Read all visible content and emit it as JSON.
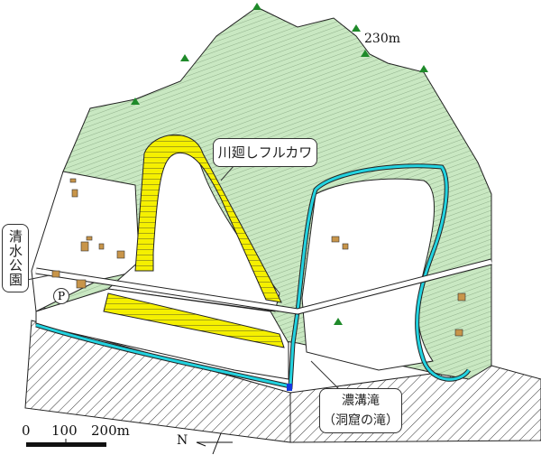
{
  "labels": {
    "elevation": "230m",
    "furukawa": "川廻しフルカワ",
    "shimizu_park": "清水公園",
    "nomizo_falls_line1": "濃溝滝",
    "nomizo_falls_line2": "（洞窟の滝）",
    "parking": "P"
  },
  "scale_bar": {
    "tick0": "0",
    "tick1": "100",
    "tick2": "200m"
  },
  "north_arrow": {
    "label": "N"
  },
  "colors": {
    "mountain": "#c9e8c2",
    "river": "#22d3e0",
    "old_channel": "#f5f000",
    "building": "#c8954a",
    "hatch": "#333333"
  }
}
